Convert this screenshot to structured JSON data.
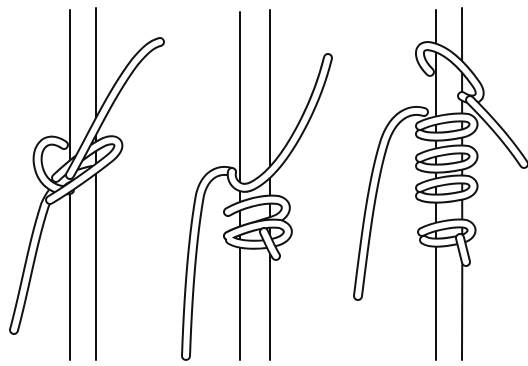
{
  "figure": {
    "ink_color": "#111111",
    "paper_color": "#ffffff",
    "panels": [
      {
        "id": "step-1",
        "description_icon": "half-hitch-start-icon"
      },
      {
        "id": "step-2",
        "description_icon": "wraps-begin-icon"
      },
      {
        "id": "step-3",
        "description_icon": "wraps-finished-icon"
      }
    ]
  }
}
